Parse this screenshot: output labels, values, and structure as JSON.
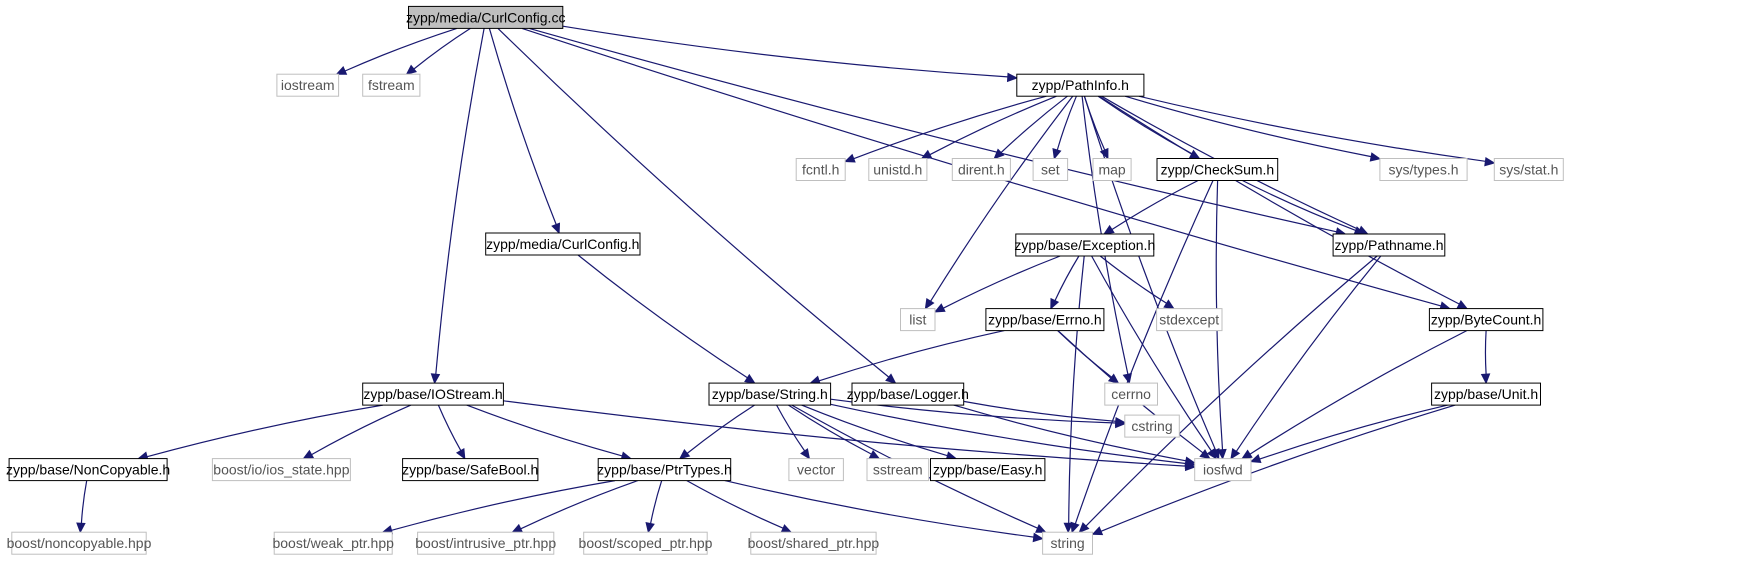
{
  "diagram": {
    "nodes": [
      {
        "id": "root",
        "label": "zypp/media/CurlConfig.cc",
        "style": "root"
      },
      {
        "id": "iostream",
        "label": "iostream",
        "style": "external"
      },
      {
        "id": "fstream",
        "label": "fstream",
        "style": "external"
      },
      {
        "id": "pathinfo",
        "label": "zypp/PathInfo.h",
        "style": "internal"
      },
      {
        "id": "curlconfigh",
        "label": "zypp/media/CurlConfig.h",
        "style": "internal"
      },
      {
        "id": "iostreamh",
        "label": "zypp/base/IOStream.h",
        "style": "internal"
      },
      {
        "id": "logger",
        "label": "zypp/base/Logger.h",
        "style": "internal"
      },
      {
        "id": "stringh",
        "label": "zypp/base/String.h",
        "style": "internal"
      },
      {
        "id": "fcntl",
        "label": "fcntl.h",
        "style": "external"
      },
      {
        "id": "unistd",
        "label": "unistd.h",
        "style": "external"
      },
      {
        "id": "dirent",
        "label": "dirent.h",
        "style": "external"
      },
      {
        "id": "set",
        "label": "set",
        "style": "external"
      },
      {
        "id": "map",
        "label": "map",
        "style": "external"
      },
      {
        "id": "checksum",
        "label": "zypp/CheckSum.h",
        "style": "internal"
      },
      {
        "id": "systypes",
        "label": "sys/types.h",
        "style": "external"
      },
      {
        "id": "sysstat",
        "label": "sys/stat.h",
        "style": "external"
      },
      {
        "id": "exception",
        "label": "zypp/base/Exception.h",
        "style": "internal"
      },
      {
        "id": "pathname",
        "label": "zypp/Pathname.h",
        "style": "internal"
      },
      {
        "id": "list",
        "label": "list",
        "style": "external"
      },
      {
        "id": "errno",
        "label": "zypp/base/Errno.h",
        "style": "internal"
      },
      {
        "id": "stdexcept",
        "label": "stdexcept",
        "style": "external"
      },
      {
        "id": "bytecount",
        "label": "zypp/ByteCount.h",
        "style": "internal"
      },
      {
        "id": "cerrno",
        "label": "cerrno",
        "style": "external"
      },
      {
        "id": "unit",
        "label": "zypp/base/Unit.h",
        "style": "internal"
      },
      {
        "id": "noncopyable",
        "label": "zypp/base/NonCopyable.h",
        "style": "internal"
      },
      {
        "id": "iosstate",
        "label": "boost/io/ios_state.hpp",
        "style": "external"
      },
      {
        "id": "safebool",
        "label": "zypp/base/SafeBool.h",
        "style": "internal"
      },
      {
        "id": "ptrtypes",
        "label": "zypp/base/PtrTypes.h",
        "style": "internal"
      },
      {
        "id": "vector",
        "label": "vector",
        "style": "external"
      },
      {
        "id": "sstream",
        "label": "sstream",
        "style": "external"
      },
      {
        "id": "easy",
        "label": "zypp/base/Easy.h",
        "style": "internal"
      },
      {
        "id": "cstring",
        "label": "cstring",
        "style": "external"
      },
      {
        "id": "iosfwd",
        "label": "iosfwd",
        "style": "external"
      },
      {
        "id": "boostnc",
        "label": "boost/noncopyable.hpp",
        "style": "external"
      },
      {
        "id": "weakptr",
        "label": "boost/weak_ptr.hpp",
        "style": "external"
      },
      {
        "id": "intrusive",
        "label": "boost/intrusive_ptr.hpp",
        "style": "external"
      },
      {
        "id": "scoped",
        "label": "boost/scoped_ptr.hpp",
        "style": "external"
      },
      {
        "id": "shared",
        "label": "boost/shared_ptr.hpp",
        "style": "external"
      },
      {
        "id": "string",
        "label": "string",
        "style": "external"
      }
    ],
    "edges": [
      [
        "root",
        "iostream"
      ],
      [
        "root",
        "fstream"
      ],
      [
        "root",
        "pathinfo"
      ],
      [
        "root",
        "curlconfigh"
      ],
      [
        "root",
        "iostreamh"
      ],
      [
        "root",
        "logger"
      ],
      [
        "root",
        "pathname"
      ],
      [
        "root",
        "bytecount"
      ],
      [
        "curlconfigh",
        "stringh"
      ],
      [
        "pathinfo",
        "fcntl"
      ],
      [
        "pathinfo",
        "unistd"
      ],
      [
        "pathinfo",
        "dirent"
      ],
      [
        "pathinfo",
        "set"
      ],
      [
        "pathinfo",
        "map"
      ],
      [
        "pathinfo",
        "checksum"
      ],
      [
        "pathinfo",
        "systypes"
      ],
      [
        "pathinfo",
        "sysstat"
      ],
      [
        "pathinfo",
        "pathname"
      ],
      [
        "pathinfo",
        "list"
      ],
      [
        "pathinfo",
        "cerrno"
      ],
      [
        "pathinfo",
        "iosfwd"
      ],
      [
        "pathinfo",
        "bytecount"
      ],
      [
        "checksum",
        "exception"
      ],
      [
        "checksum",
        "pathname"
      ],
      [
        "checksum",
        "iosfwd"
      ],
      [
        "checksum",
        "string"
      ],
      [
        "exception",
        "list"
      ],
      [
        "exception",
        "errno"
      ],
      [
        "exception",
        "stdexcept"
      ],
      [
        "exception",
        "iosfwd"
      ],
      [
        "exception",
        "string"
      ],
      [
        "errno",
        "stringh"
      ],
      [
        "errno",
        "cerrno"
      ],
      [
        "errno",
        "iosfwd"
      ],
      [
        "pathname",
        "iosfwd"
      ],
      [
        "pathname",
        "string"
      ],
      [
        "bytecount",
        "unit"
      ],
      [
        "bytecount",
        "iosfwd"
      ],
      [
        "unit",
        "iosfwd"
      ],
      [
        "unit",
        "string"
      ],
      [
        "iostreamh",
        "noncopyable"
      ],
      [
        "iostreamh",
        "iosstate"
      ],
      [
        "iostreamh",
        "safebool"
      ],
      [
        "iostreamh",
        "ptrtypes"
      ],
      [
        "iostreamh",
        "iosfwd"
      ],
      [
        "noncopyable",
        "boostnc"
      ],
      [
        "logger",
        "cstring"
      ],
      [
        "logger",
        "iosfwd"
      ],
      [
        "stringh",
        "ptrtypes"
      ],
      [
        "stringh",
        "vector"
      ],
      [
        "stringh",
        "sstream"
      ],
      [
        "stringh",
        "easy"
      ],
      [
        "stringh",
        "cstring"
      ],
      [
        "stringh",
        "string"
      ],
      [
        "stringh",
        "iosfwd"
      ],
      [
        "ptrtypes",
        "weakptr"
      ],
      [
        "ptrtypes",
        "intrusive"
      ],
      [
        "ptrtypes",
        "scoped"
      ],
      [
        "ptrtypes",
        "shared"
      ],
      [
        "ptrtypes",
        "string"
      ]
    ],
    "colors": {
      "edge": "#191970",
      "root_fill": "#bfbfbf",
      "internal_border": "#000000",
      "external_border": "#bfbfbf",
      "external_text": "#555555"
    }
  }
}
